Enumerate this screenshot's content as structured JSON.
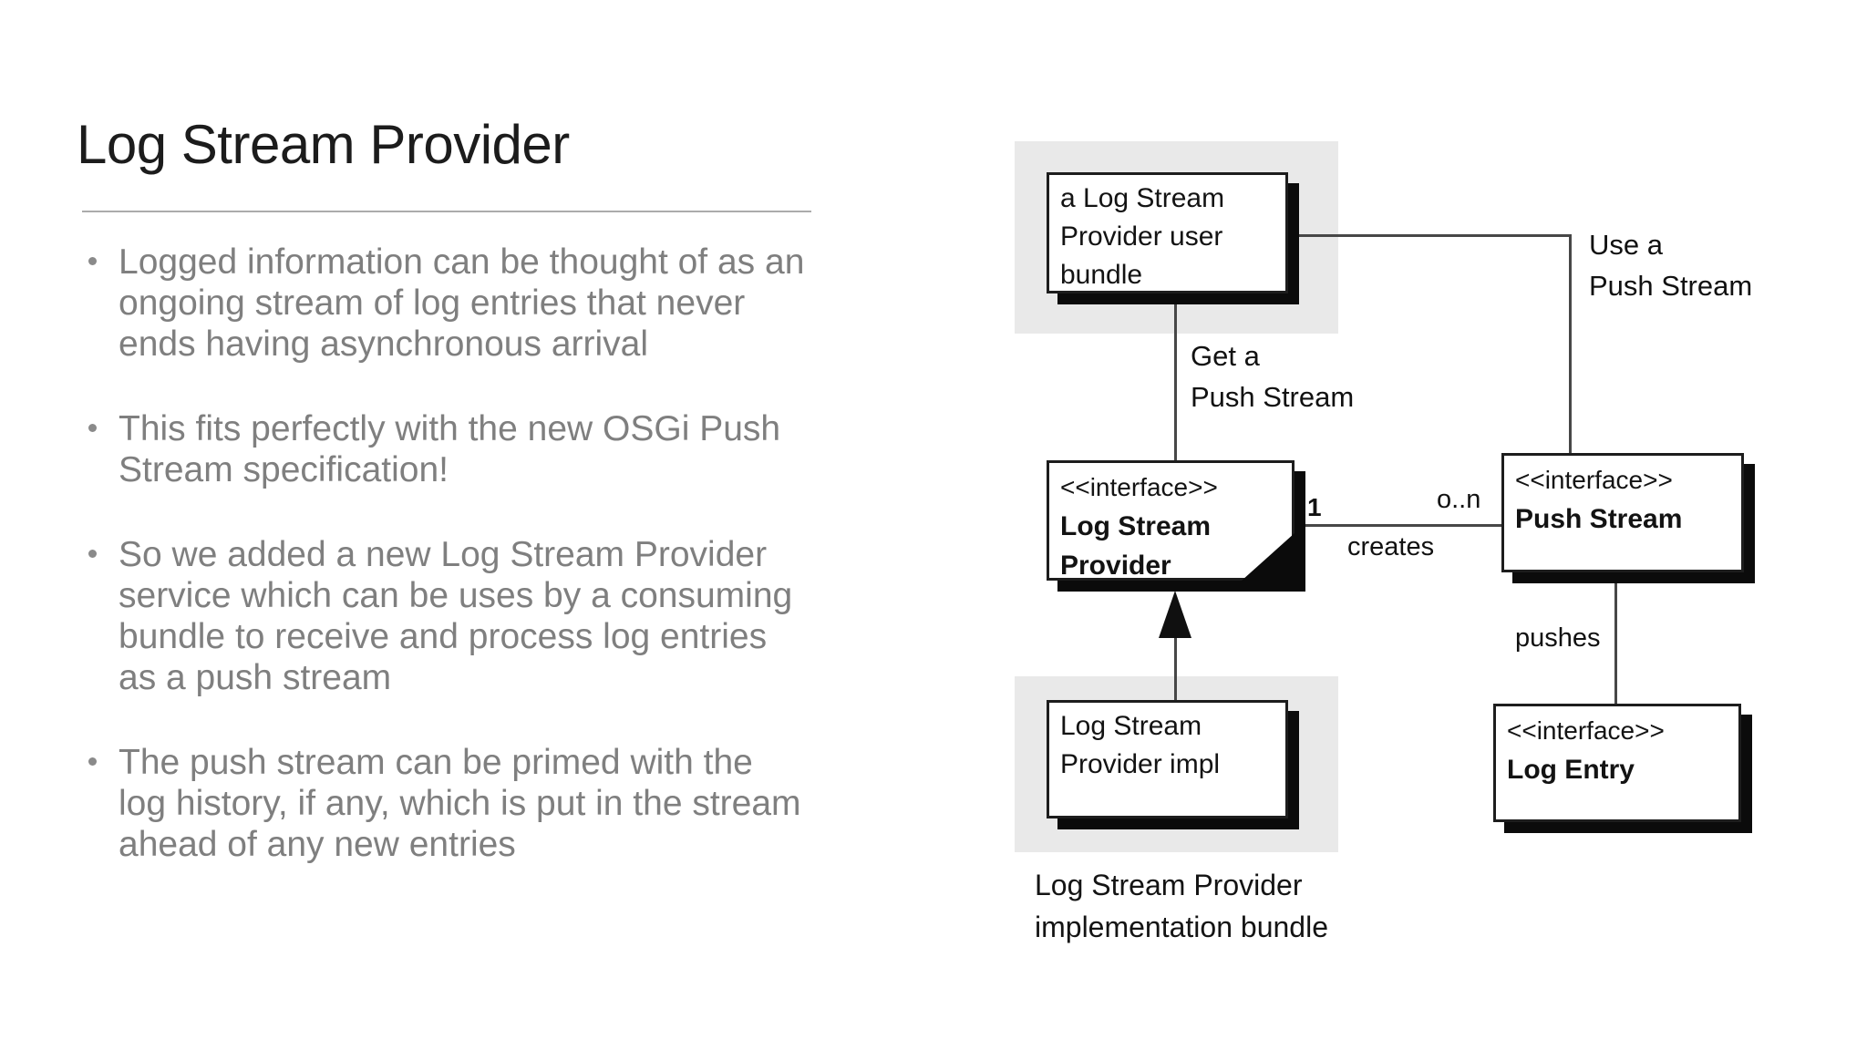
{
  "slide": {
    "title": "Log Stream Provider",
    "bullets": [
      {
        "lines": [
          "Logged information can be thought of as an",
          "ongoing stream of log entries that never",
          "ends having asynchronous arrival"
        ]
      },
      {
        "lines": [
          "This fits perfectly with the new OSGi Push",
          "Stream specification!"
        ]
      },
      {
        "lines": [
          "So we added a new Log Stream Provider",
          "service which can be uses by a consuming",
          "bundle to receive and process log entries",
          "as a push stream"
        ]
      },
      {
        "lines": [
          "The push stream can be primed with the",
          "log history, if any, which is put in the stream",
          "ahead of any new entries"
        ]
      }
    ]
  },
  "diagram": {
    "user_bundle_box": {
      "lines": [
        "a Log Stream",
        "Provider user",
        "bundle"
      ]
    },
    "log_stream_provider_box": {
      "stereotype": "<<interface>>",
      "name_lines": [
        "Log Stream",
        "Provider"
      ]
    },
    "push_stream_box": {
      "stereotype": "<<interface>>",
      "name": "Push Stream"
    },
    "log_entry_box": {
      "stereotype": "<<interface>>",
      "name": "Log Entry"
    },
    "impl_box": {
      "lines": [
        "Log Stream",
        "Provider impl"
      ]
    },
    "labels": {
      "get_a_push_stream": {
        "lines": [
          "Get a",
          "Push Stream"
        ]
      },
      "use_a_push_stream": {
        "lines": [
          "Use a",
          "Push Stream"
        ]
      },
      "multiplicity_one": "1",
      "multiplicity_many": "o..n",
      "creates": "creates",
      "pushes": "pushes"
    },
    "caption": {
      "lines": [
        "Log Stream Provider",
        "implementation bundle"
      ]
    }
  },
  "colors": {
    "title_text": "#1c1c1c",
    "bullet_text": "#7f7f7f",
    "divider": "#ababab",
    "diagram_gray_block": "#e9e9e9",
    "box_border": "#1d1d1d",
    "box_shadow": "#0b0b0b",
    "connector": "#474747",
    "background": "#ffffff"
  }
}
